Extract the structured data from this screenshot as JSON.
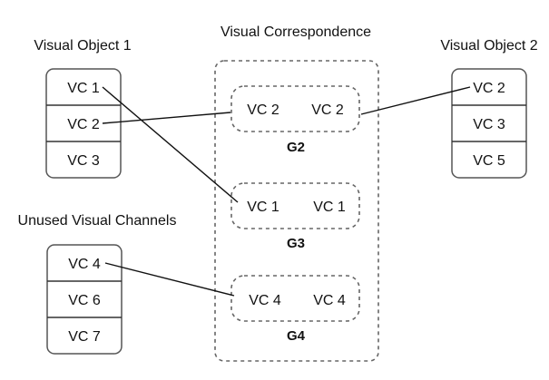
{
  "colors": {
    "stroke": "#555555",
    "line": "#111111",
    "text": "#111111"
  },
  "titles": {
    "object1": "Visual Object 1",
    "object2": "Visual Object 2",
    "correspondence": "Visual Correspondence",
    "unused": "Unused Visual Channels"
  },
  "object1": {
    "cells": [
      "VC 1",
      "VC 2",
      "VC 3"
    ]
  },
  "object2": {
    "cells": [
      "VC 2",
      "VC 3",
      "VC 5"
    ]
  },
  "unused": {
    "cells": [
      "VC 4",
      "VC 6",
      "VC 7"
    ]
  },
  "groups": [
    {
      "name": "G2",
      "left": "VC 2",
      "right": "VC 2"
    },
    {
      "name": "G3",
      "left": "VC 1",
      "right": "VC 1"
    },
    {
      "name": "G4",
      "left": "VC 4",
      "right": "VC 4"
    }
  ]
}
